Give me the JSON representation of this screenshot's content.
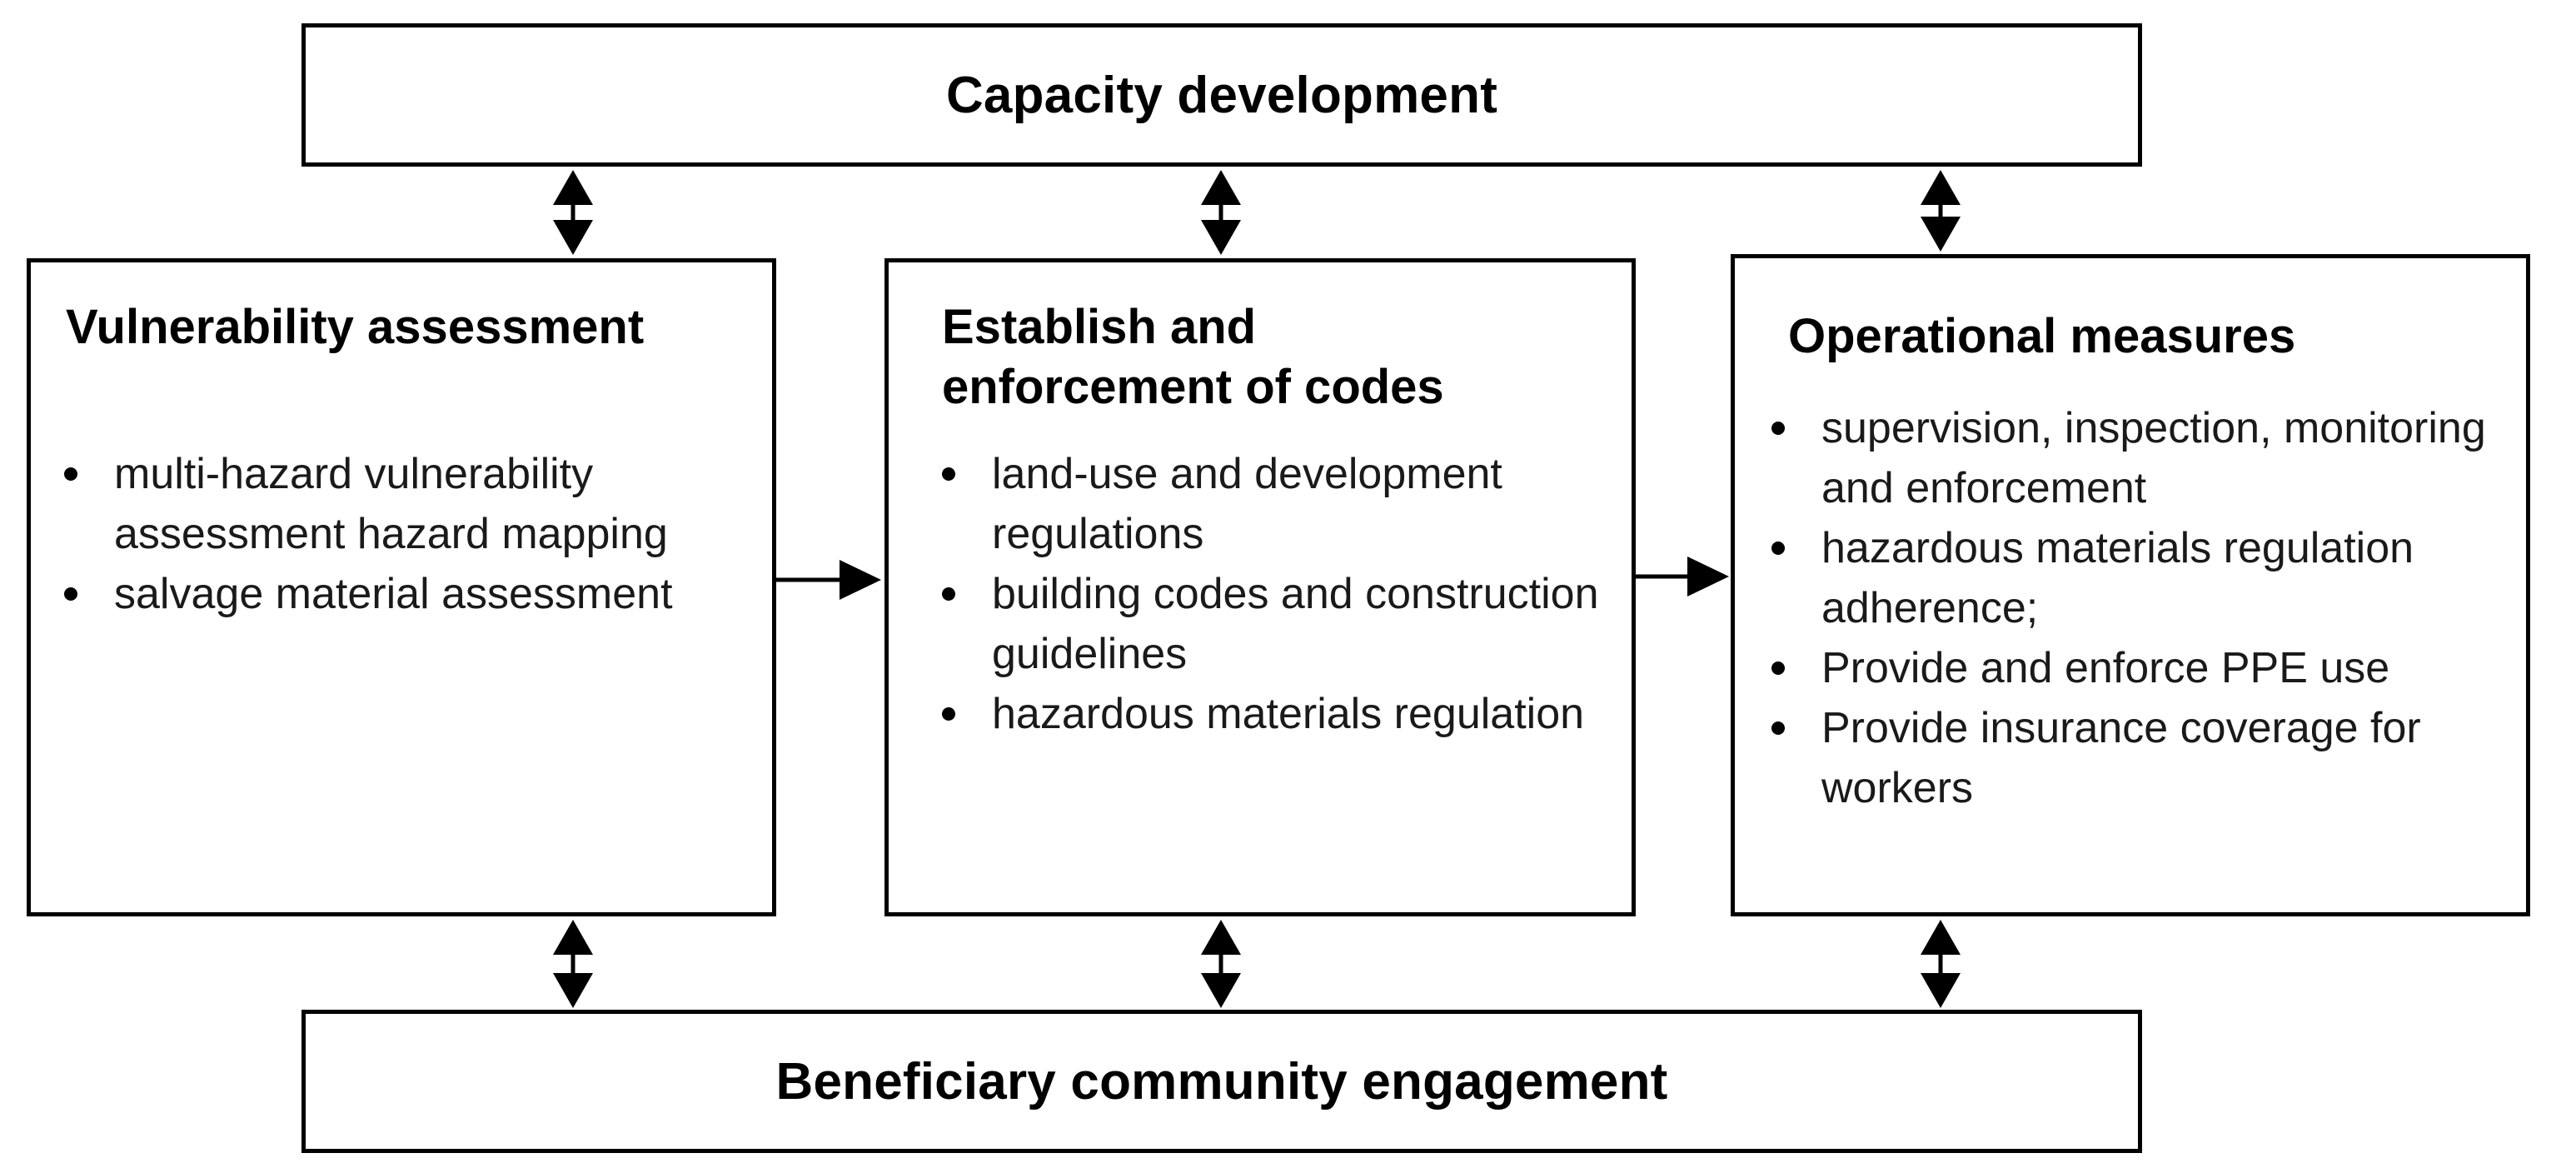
{
  "top_banner": {
    "label": "Capacity development"
  },
  "bottom_banner": {
    "label": "Beneficiary community engagement"
  },
  "panels": [
    {
      "title_lines": [
        "Vulnerability assessment"
      ],
      "bullets": [
        "multi-hazard vulnerability assessment hazard mapping",
        "salvage material assessment"
      ]
    },
    {
      "title_lines": [
        "Establish and",
        "enforcement of codes"
      ],
      "bullets": [
        "land-use and development regulations",
        "building codes and construction guidelines",
        "hazardous materials regulation"
      ]
    },
    {
      "title_lines": [
        "Operational measures"
      ],
      "bullets": [
        "supervision, inspection, monitoring and enforcement",
        "hazardous materials regulation adherence;",
        "Provide and enforce PPE use",
        "Provide insurance coverage for workers"
      ]
    }
  ],
  "colors": {
    "line": "#000000",
    "background": "#ffffff"
  }
}
